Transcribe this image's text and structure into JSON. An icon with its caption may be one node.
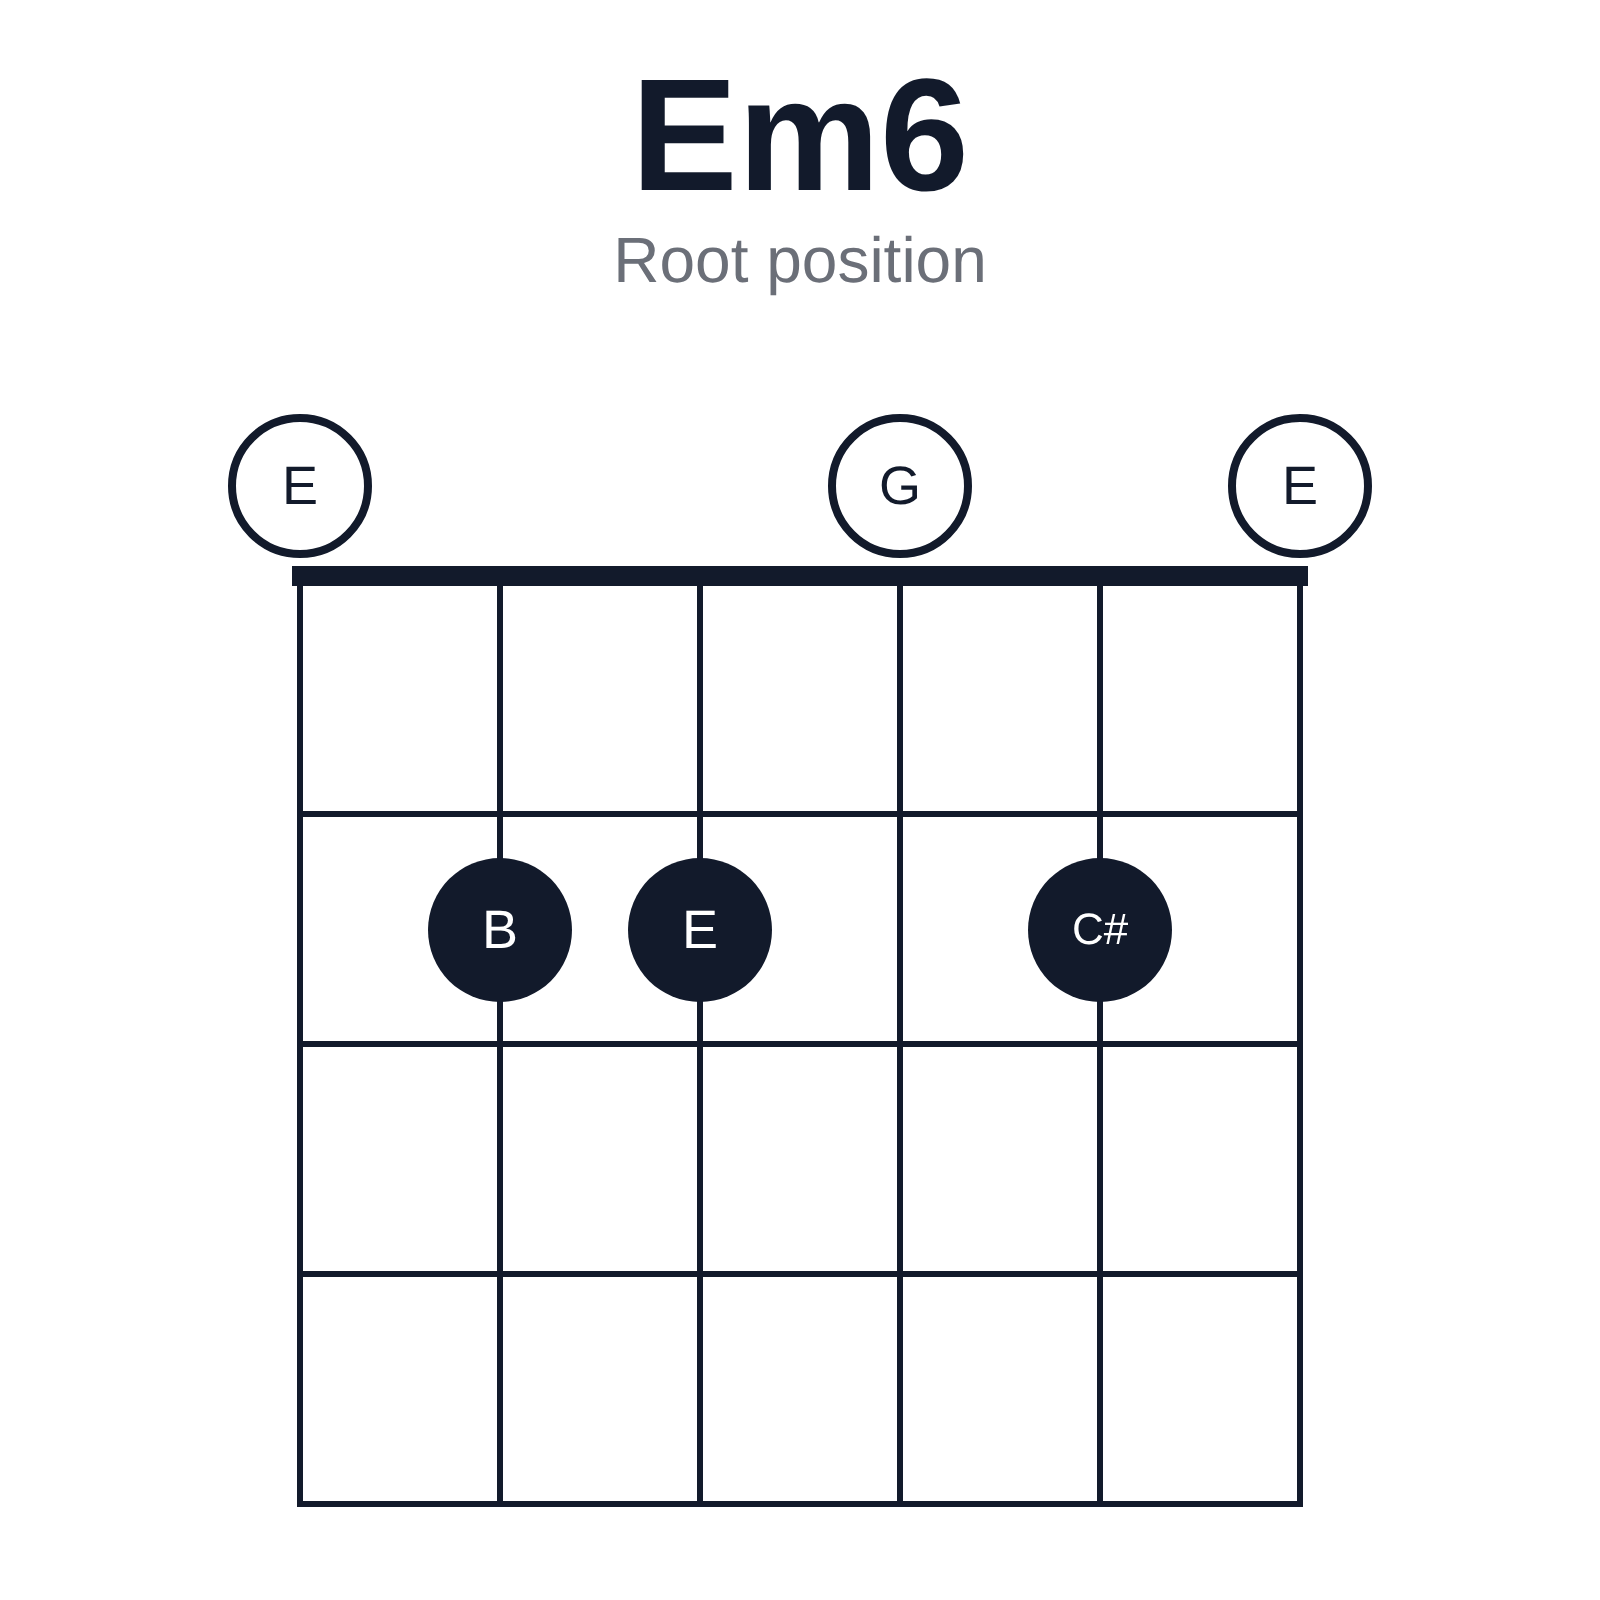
{
  "diagram": {
    "title": "Em6",
    "nodes": [
      {
        "text": [
          "E"
        ]
      },
      {
        "text": [
          "G"
        ]
      },
      {
        "text": [
          "E"
        ]
      },
      {
        "text": [
          "B"
        ]
      },
      {
        "text": [
          "E"
        ]
      },
      {
        "text": [
          "C#"
        ]
      }
    ],
    "labels": [
      "Root position"
    ]
  }
}
